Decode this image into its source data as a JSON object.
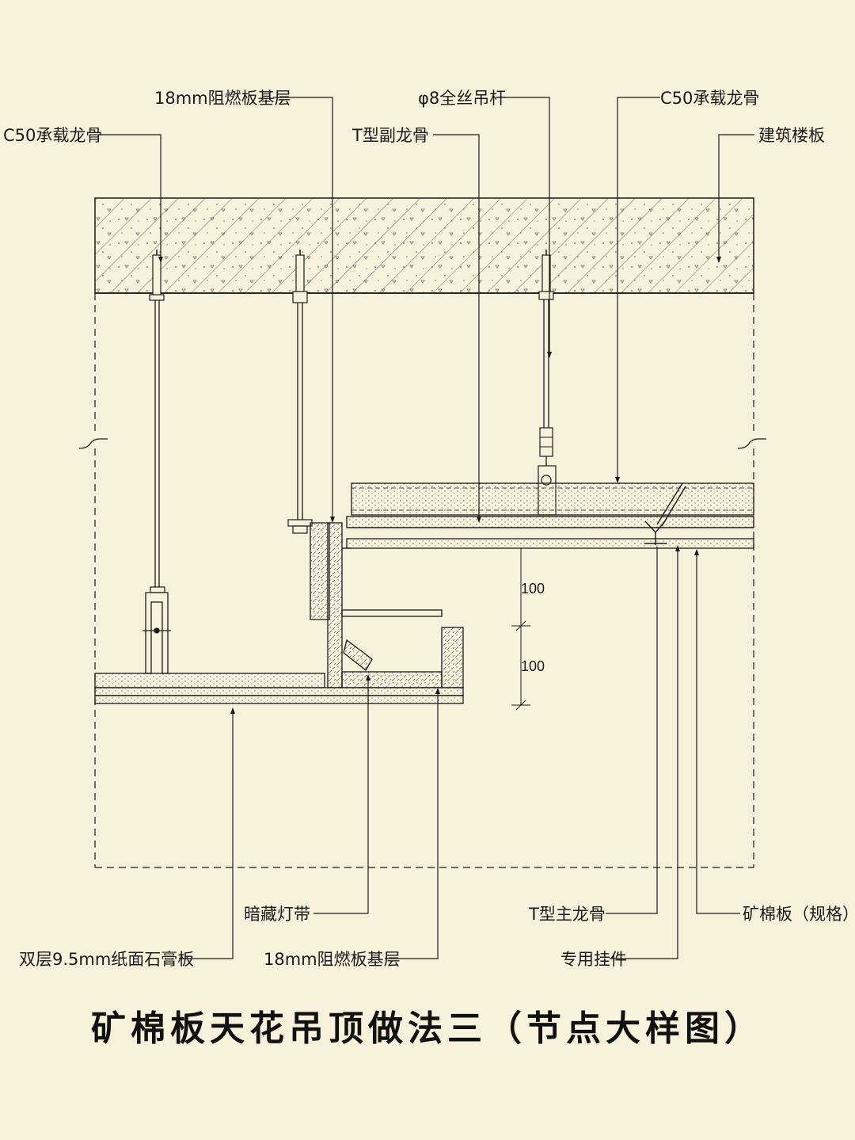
{
  "title": "矿棉板天花吊顶做法三（节点大样图）",
  "labels": {
    "top_fire_board": "18mm阻燃板基层",
    "threaded_rod": "φ8全丝吊杆",
    "c50_right": "C50承载龙骨",
    "c50_left": "C50承载龙骨",
    "t_sub_runner": "T型副龙骨",
    "floor_slab": "建筑楼板",
    "hidden_light": "暗藏灯带",
    "t_main_runner": "T型主龙骨",
    "mineral_board": "矿棉板（规格）",
    "gypsum_board": "双层9.5mm纸面石膏板",
    "bottom_fire_board": "18mm阻燃板基层",
    "special_hanger": "专用挂件"
  },
  "dimensions": {
    "upper": "100",
    "lower": "100"
  },
  "colors": {
    "background": "#f8f2dc",
    "line": "#1a1a1a"
  }
}
